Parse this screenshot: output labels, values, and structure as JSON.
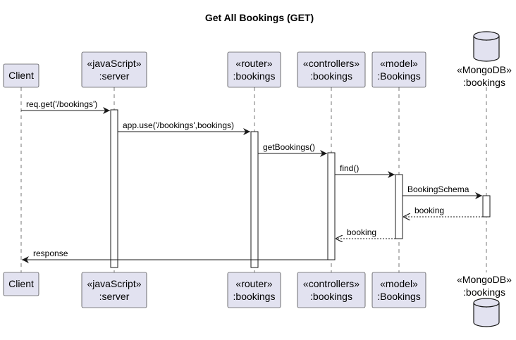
{
  "title": "Get All Bookings (GET)",
  "participants": {
    "client": {
      "lines": [
        "Client"
      ]
    },
    "server": {
      "lines": [
        "«javaScript»",
        ":server"
      ]
    },
    "router": {
      "lines": [
        "«router»",
        ":bookings"
      ]
    },
    "controllers": {
      "lines": [
        "«controllers»",
        ":bookings"
      ]
    },
    "model": {
      "lines": [
        "«model»",
        ":Bookings"
      ]
    },
    "db": {
      "lines": [
        "«MongoDB»",
        ":bookings"
      ]
    }
  },
  "messages": [
    {
      "label": "req.get('/bookings')",
      "kind": "call"
    },
    {
      "label": "app.use('/bookings',bookings)",
      "kind": "call"
    },
    {
      "label": "getBookings()",
      "kind": "call"
    },
    {
      "label": "find()",
      "kind": "call"
    },
    {
      "label": "BookingSchema",
      "kind": "call"
    },
    {
      "label": "booking",
      "kind": "return"
    },
    {
      "label": "booking",
      "kind": "return"
    },
    {
      "label": "response",
      "kind": "call"
    }
  ]
}
